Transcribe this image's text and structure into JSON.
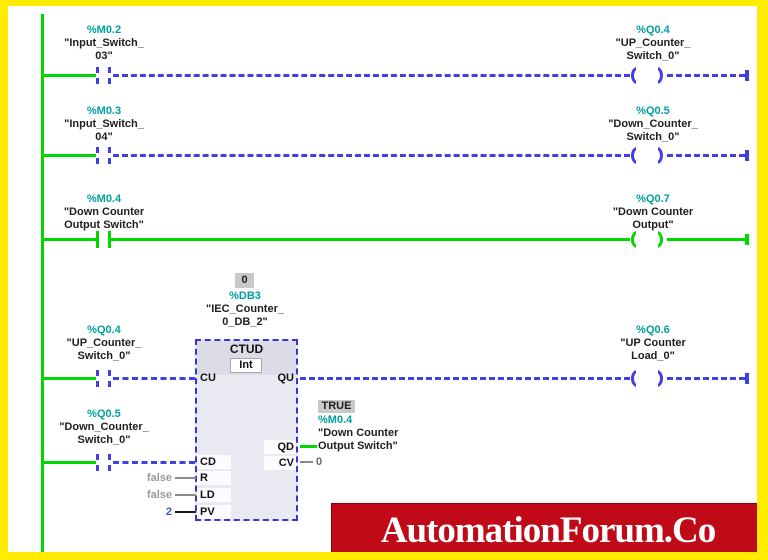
{
  "colors": {
    "active_green": "#00d900",
    "inactive_blue": "#3f3fe3",
    "address_teal": "#00a0a0",
    "frame_yellow": "#ffec00",
    "banner_red": "#c00a18"
  },
  "rungs": [
    {
      "contact": {
        "address": "%M0.2",
        "name_line1": "\"Input_Switch_",
        "name_line2": "03\"",
        "state": "inactive"
      },
      "coil": {
        "address": "%Q0.4",
        "name_line1": "\"UP_Counter_",
        "name_line2": "Switch_0\"",
        "state": "inactive"
      }
    },
    {
      "contact": {
        "address": "%M0.3",
        "name_line1": "\"Input_Switch_",
        "name_line2": "04\"",
        "state": "inactive"
      },
      "coil": {
        "address": "%Q0.5",
        "name_line1": "\"Down_Counter_",
        "name_line2": "Switch_0\"",
        "state": "inactive"
      }
    },
    {
      "contact": {
        "address": "%M0.4",
        "name_line1": "\"Down Counter",
        "name_line2": "Output Switch\"",
        "state": "active"
      },
      "coil": {
        "address": "%Q0.7",
        "name_line1": "\"Down Counter",
        "name_line2": "Output\"",
        "state": "active"
      }
    }
  ],
  "counter_rung": {
    "block": {
      "value_badge": "0",
      "db_address": "%DB3",
      "db_name_line1": "\"IEC_Counter_",
      "db_name_line2": "0_DB_2\"",
      "block_type": "CTUD",
      "data_type": "Int",
      "ports": {
        "cu": "CU",
        "cd": "CD",
        "r": "R",
        "ld": "LD",
        "pv": "PV",
        "qu": "QU",
        "qd": "QD",
        "cv": "CV"
      },
      "r_value": "false",
      "ld_value": "false",
      "pv_value": "2",
      "cv_value": "0"
    },
    "cu_contact": {
      "address": "%Q0.4",
      "name_line1": "\"UP_Counter_",
      "name_line2": "Switch_0\""
    },
    "cd_contact": {
      "address": "%Q0.5",
      "name_line1": "\"Down_Counter_",
      "name_line2": "Switch_0\""
    },
    "qu_coil": {
      "address": "%Q0.6",
      "name_line1": "\"UP Counter",
      "name_line2": "Load_0\""
    },
    "qd_operand": {
      "state": "TRUE",
      "address": "%M0.4",
      "name_line1": "\"Down Counter",
      "name_line2": "Output Switch\""
    }
  },
  "watermark": {
    "text": "AutomationForum.Co"
  }
}
